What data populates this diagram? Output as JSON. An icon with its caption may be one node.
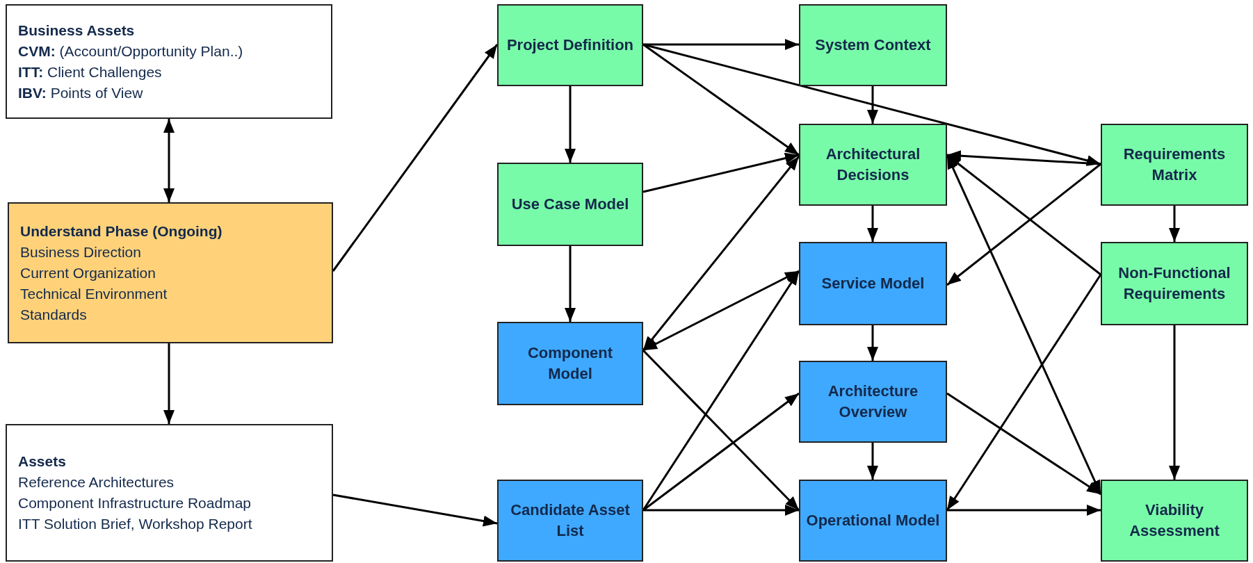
{
  "diagram": {
    "nodes": [
      {
        "text": [
          "Business Assets",
          "**CVM:** (Account/Opportunity Plan..)",
          "**ITT:** Client Challenges",
          "**IBV:** Points of View"
        ]
      },
      {
        "text": [
          "Understand Phase (Ongoing)",
          "Business Direction",
          "Current Organization",
          "Technical Environment",
          "Standards"
        ]
      },
      {
        "text": [
          "Assets",
          "Reference Architectures",
          "Component Infrastructure Roadmap",
          "ITT Solution Brief, Workshop Report"
        ]
      },
      {
        "text": [
          "Project Definition"
        ]
      },
      {
        "text": [
          "System Context"
        ]
      },
      {
        "text": [
          "Architectural Decisions"
        ]
      },
      {
        "text": [
          "Requirements Matrix"
        ]
      },
      {
        "text": [
          "Use Case Model"
        ]
      },
      {
        "text": [
          "Service Model"
        ]
      },
      {
        "text": [
          "Non-Functional Requirements"
        ]
      },
      {
        "text": [
          "Component Model"
        ]
      },
      {
        "text": [
          "Architecture Overview"
        ]
      },
      {
        "text": [
          "Candidate Asset List"
        ]
      },
      {
        "text": [
          "Operational Model"
        ]
      },
      {
        "text": [
          "Viability Assessment"
        ]
      }
    ],
    "edges": [
      {
        "from": 0,
        "to": 1,
        "arrow": "both"
      },
      {
        "from": 1,
        "to": 2,
        "arrow": "to"
      },
      {
        "from": 1,
        "to": 3,
        "arrow": "to"
      },
      {
        "from": 2,
        "to": 12,
        "arrow": "to"
      },
      {
        "from": 3,
        "to": 4,
        "arrow": "to"
      },
      {
        "from": 3,
        "to": 5,
        "arrow": "to"
      },
      {
        "from": 3,
        "to": 6,
        "arrow": "to"
      },
      {
        "from": 3,
        "to": 7,
        "arrow": "to"
      },
      {
        "from": 4,
        "to": 5,
        "arrow": "to"
      },
      {
        "from": 7,
        "to": 5,
        "arrow": "to"
      },
      {
        "from": 7,
        "to": 10,
        "arrow": "to"
      },
      {
        "from": 5,
        "to": 8,
        "arrow": "to"
      },
      {
        "from": 6,
        "to": 5,
        "arrow": "to"
      },
      {
        "from": 6,
        "to": 8,
        "arrow": "to"
      },
      {
        "from": 6,
        "to": 9,
        "arrow": "to"
      },
      {
        "from": 9,
        "to": 5,
        "arrow": "to"
      },
      {
        "from": 14,
        "to": 5,
        "arrow": "both"
      },
      {
        "from": 10,
        "to": 5,
        "arrow": "both"
      },
      {
        "from": 10,
        "to": 8,
        "arrow": "both"
      },
      {
        "from": 10,
        "to": 13,
        "arrow": "to"
      },
      {
        "from": 12,
        "to": 8,
        "arrow": "to"
      },
      {
        "from": 12,
        "to": 11,
        "arrow": "to"
      },
      {
        "from": 12,
        "to": 13,
        "arrow": "to"
      },
      {
        "from": 8,
        "to": 11,
        "arrow": "to"
      },
      {
        "from": 11,
        "to": 13,
        "arrow": "to"
      },
      {
        "from": 11,
        "to": 14,
        "arrow": "to"
      },
      {
        "from": 13,
        "to": 14,
        "arrow": "to"
      },
      {
        "from": 9,
        "to": 13,
        "arrow": "to"
      },
      {
        "from": 9,
        "to": 14,
        "arrow": "to"
      }
    ]
  }
}
